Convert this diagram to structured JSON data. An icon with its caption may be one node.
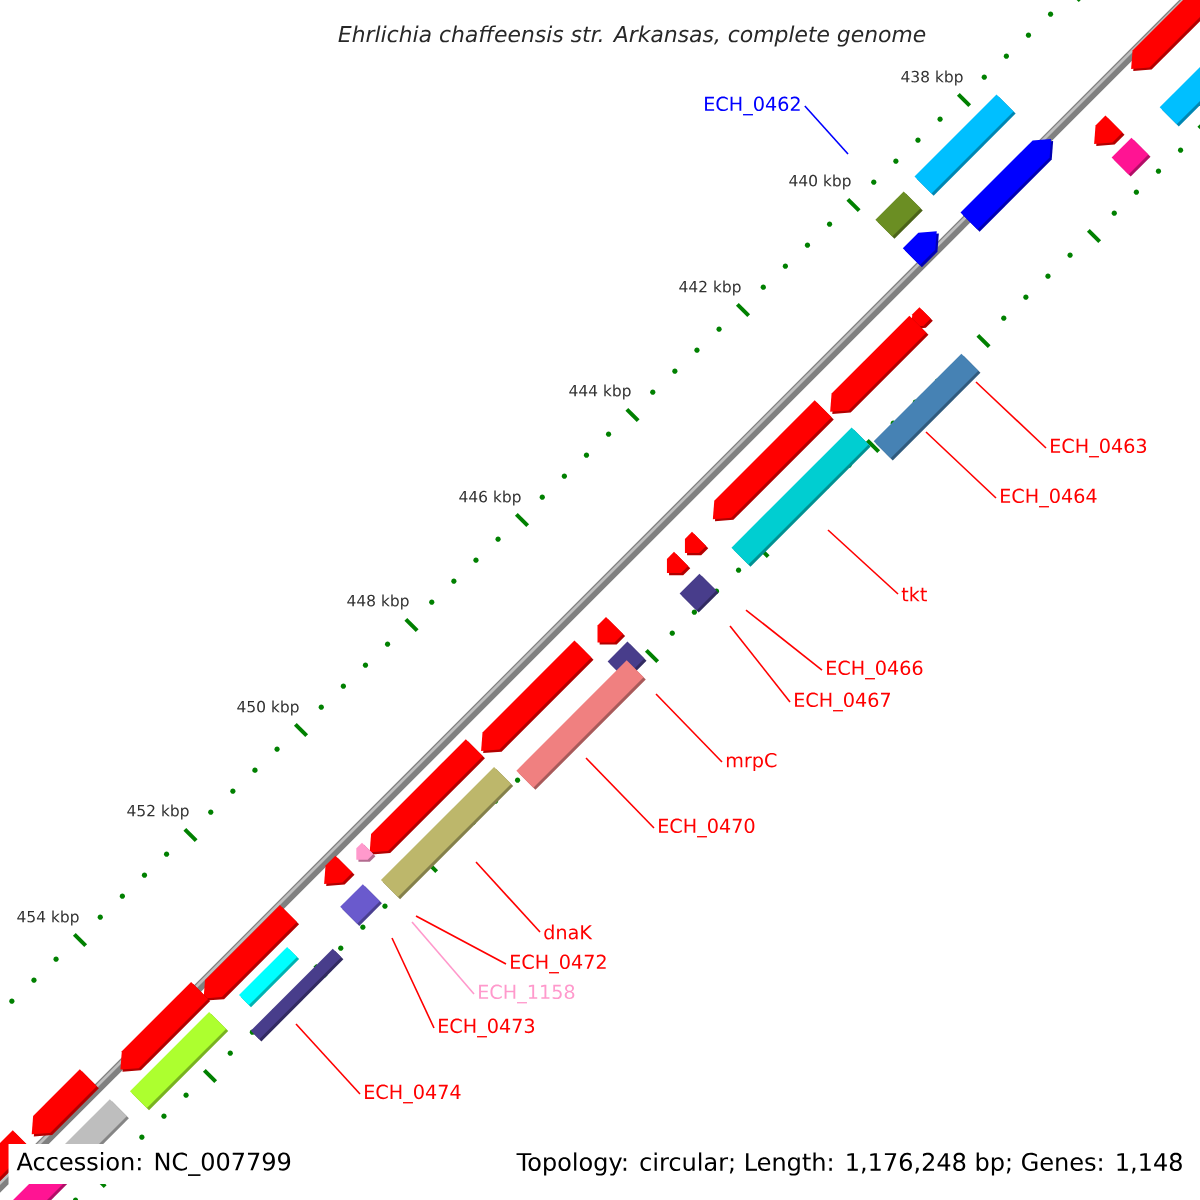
{
  "diagram": {
    "nodes": [
      {
        "text": [
          "ECH_0462"
        ]
      },
      {
        "text": [
          "ECH_0463"
        ]
      },
      {
        "text": [
          "ECH_0464"
        ]
      },
      {
        "text": [
          "tkt"
        ]
      },
      {
        "text": [
          "ECH_0466"
        ]
      },
      {
        "text": [
          "ECH_0467"
        ]
      },
      {
        "text": [
          "mrpC"
        ]
      },
      {
        "text": [
          "ECH_0470"
        ]
      },
      {
        "text": [
          "dnaK"
        ]
      },
      {
        "text": [
          "ECH_0472"
        ]
      },
      {
        "text": [
          "ECH_1158"
        ]
      },
      {
        "text": [
          "ECH_0473"
        ]
      },
      {
        "text": [
          "ECH_0474"
        ]
      }
    ],
    "edges": [
      {
        "from": 0,
        "to": null,
        "arrow": "none",
        "color": "#0000ff"
      },
      {
        "from": 1,
        "to": null,
        "arrow": "none"
      },
      {
        "from": 2,
        "to": null,
        "arrow": "none"
      },
      {
        "from": 3,
        "to": null,
        "arrow": "none"
      },
      {
        "from": 4,
        "to": null,
        "arrow": "none"
      },
      {
        "from": 5,
        "to": null,
        "arrow": "none"
      },
      {
        "from": 6,
        "to": null,
        "arrow": "none"
      },
      {
        "from": 7,
        "to": null,
        "arrow": "none"
      },
      {
        "from": 8,
        "to": null,
        "arrow": "none"
      },
      {
        "from": 9,
        "to": null,
        "arrow": "none"
      },
      {
        "from": 10,
        "to": null,
        "arrow": "none",
        "color": "#ff99cc"
      },
      {
        "from": 11,
        "to": null,
        "arrow": "none"
      },
      {
        "from": 12,
        "to": null,
        "arrow": "none"
      }
    ],
    "labels": [
      "Ehrlichia chaffeensis str. Arkansas, complete genome",
      "438 kbp",
      "440 kbp",
      "442 kbp",
      "444 kbp",
      "446 kbp",
      "448 kbp",
      "450 kbp",
      "452 kbp",
      "454 kbp",
      "Accession: NC_007799",
      "Topology: circular; Length: 1,176,248 bp; Genes: 1,148"
    ]
  }
}
